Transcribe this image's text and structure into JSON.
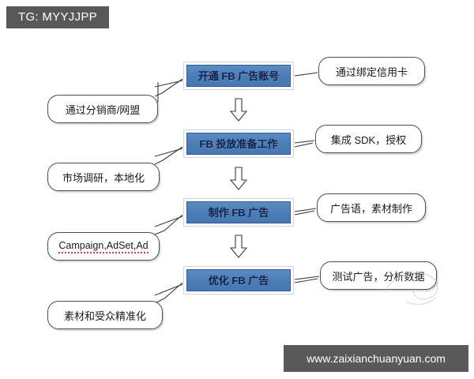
{
  "badge": {
    "label": "TG: MYYJJPP"
  },
  "site_bar": {
    "label": "www.zaixianchuanyuan.com"
  },
  "flow": {
    "stages": [
      {
        "label": "开通 FB 广告账号"
      },
      {
        "label": "FB 投放准备工作"
      },
      {
        "label": "制作 FB 广告"
      },
      {
        "label": "优化 FB 广告"
      }
    ],
    "left_notes": [
      {
        "label": "通过分销商/网盟"
      },
      {
        "label": "市场调研，本地化"
      },
      {
        "label": "Campaign,AdSet,Ad"
      },
      {
        "label": "素材和受众精准化"
      }
    ],
    "right_notes": [
      {
        "label": "通过绑定信用卡"
      },
      {
        "label": "集成 SDK，授权"
      },
      {
        "label": "广告语，素材制作"
      },
      {
        "label": "测试广告，分析数据"
      }
    ],
    "arrows": [
      {
        "name": "arrow-down-1"
      },
      {
        "name": "arrow-down-2"
      },
      {
        "name": "arrow-down-3"
      }
    ]
  },
  "colors": {
    "stage_fill": "#4a7cb5",
    "stage_border": "#2f5c91",
    "badge_bg": "#585858",
    "site_bar_bg": "#595959",
    "callout_border": "#4d4d4d",
    "page_bg": "#ffffff",
    "spell_underline": "#d04040"
  }
}
